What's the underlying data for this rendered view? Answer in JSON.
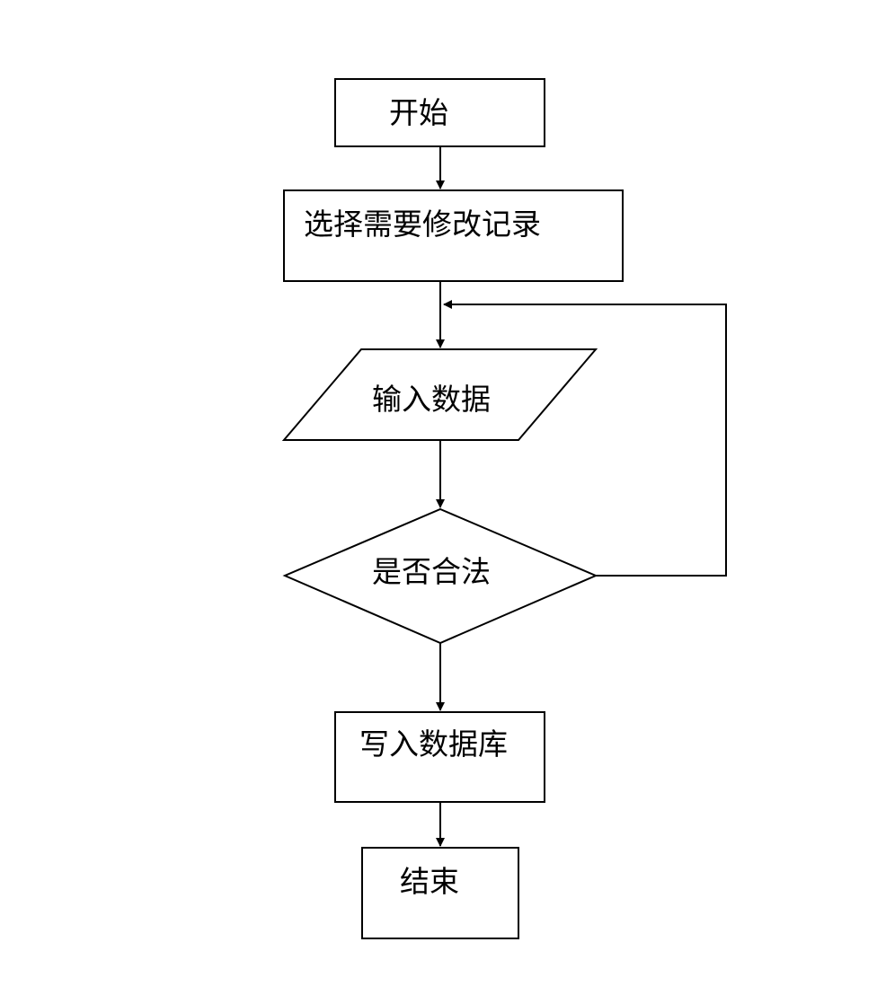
{
  "flowchart": {
    "start_label": "开始",
    "select_label": "选择需要修改记录",
    "input_label": "输入数据",
    "decision_label": "是否合法",
    "write_label": "写入数据库",
    "end_label": "结束"
  },
  "colors": {
    "stroke": "#000000",
    "fill": "#ffffff",
    "text": "#000000"
  }
}
